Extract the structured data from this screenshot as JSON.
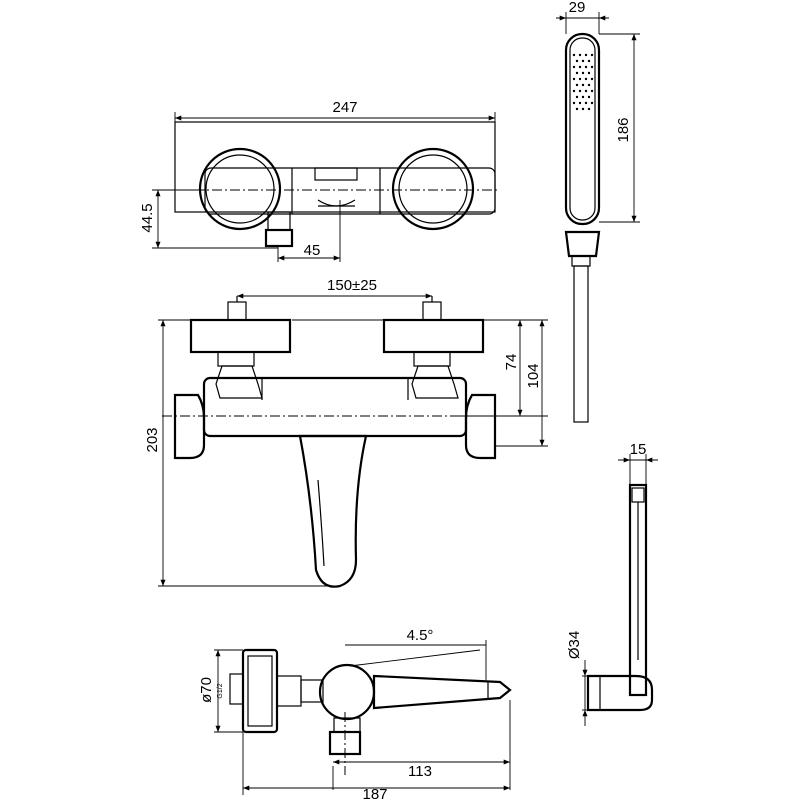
{
  "drawing": {
    "top_view": {
      "width_label": "247",
      "height_label": "44.5",
      "offset_label": "45"
    },
    "hand_shower": {
      "width_label": "29",
      "length_label": "186"
    },
    "front_view": {
      "centers_label": "150±25",
      "height_74_label": "74",
      "height_104_label": "104",
      "total_height_label": "203"
    },
    "holder": {
      "width_label": "15",
      "diameter_label": "Ø34"
    },
    "side_view": {
      "angle_label": "4.5°",
      "diameter_label": "ø70",
      "depth_113_label": "113",
      "depth_187_label": "187",
      "small_note": "G1/2"
    }
  }
}
